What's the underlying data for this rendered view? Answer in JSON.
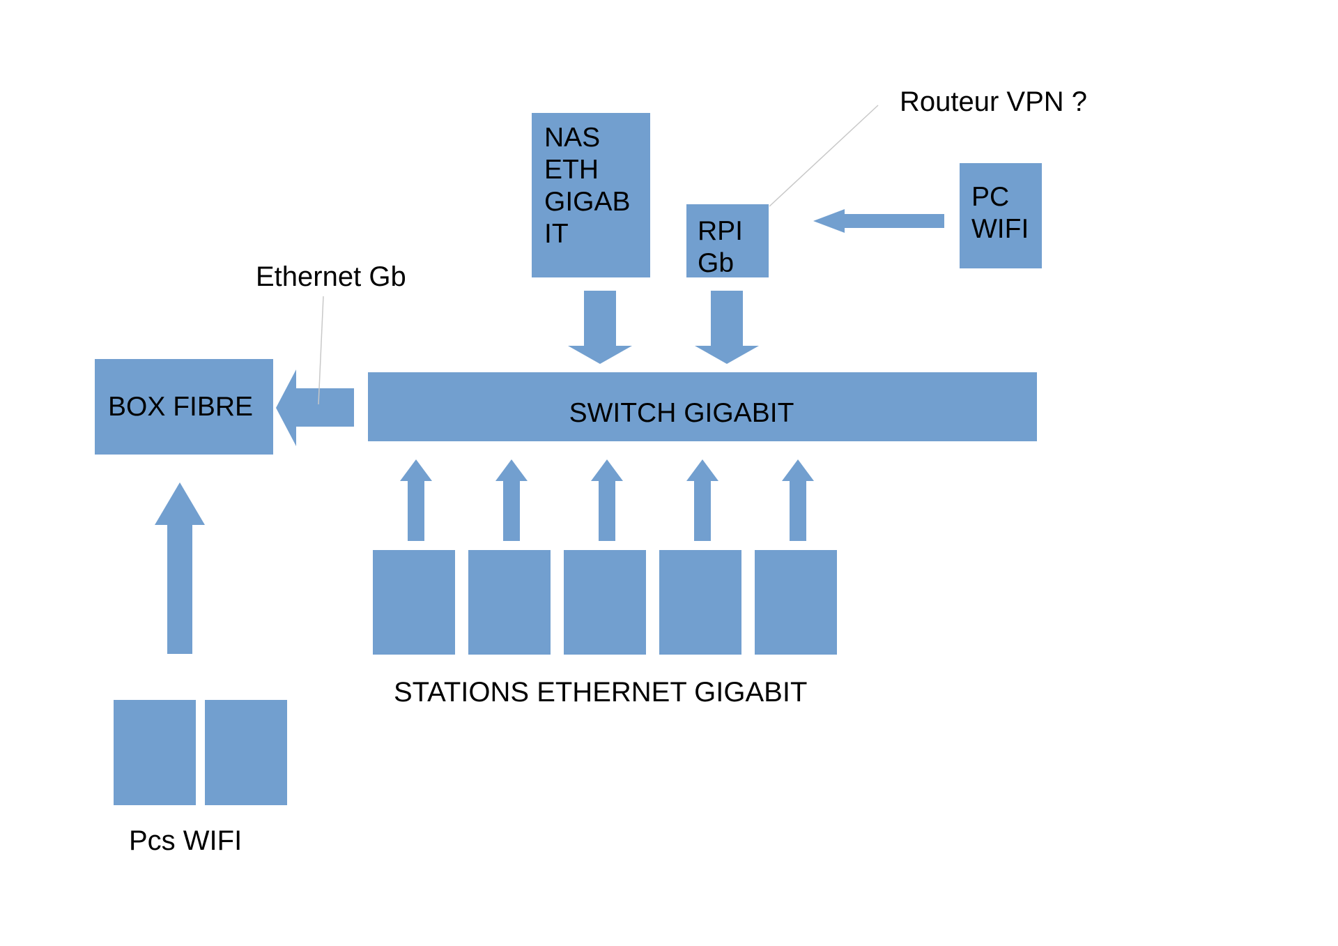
{
  "colors": {
    "node": "#729fcf",
    "text": "#000000",
    "callout": "#c8c8c8",
    "background": "#ffffff"
  },
  "nodes": {
    "box_fibre": "BOX FIBRE",
    "switch": "SWITCH GIGABIT",
    "nas": "NAS\nETH\nGIGAB\nIT",
    "rpi": "RPI\nGb",
    "pc_wifi": "PC\nWIFI"
  },
  "labels": {
    "routeur_vpn": "Routeur VPN ?",
    "ethernet_gb": "Ethernet Gb",
    "stations": "STATIONS ETHERNET GIGABIT",
    "pcs_wifi": "Pcs WIFI"
  }
}
